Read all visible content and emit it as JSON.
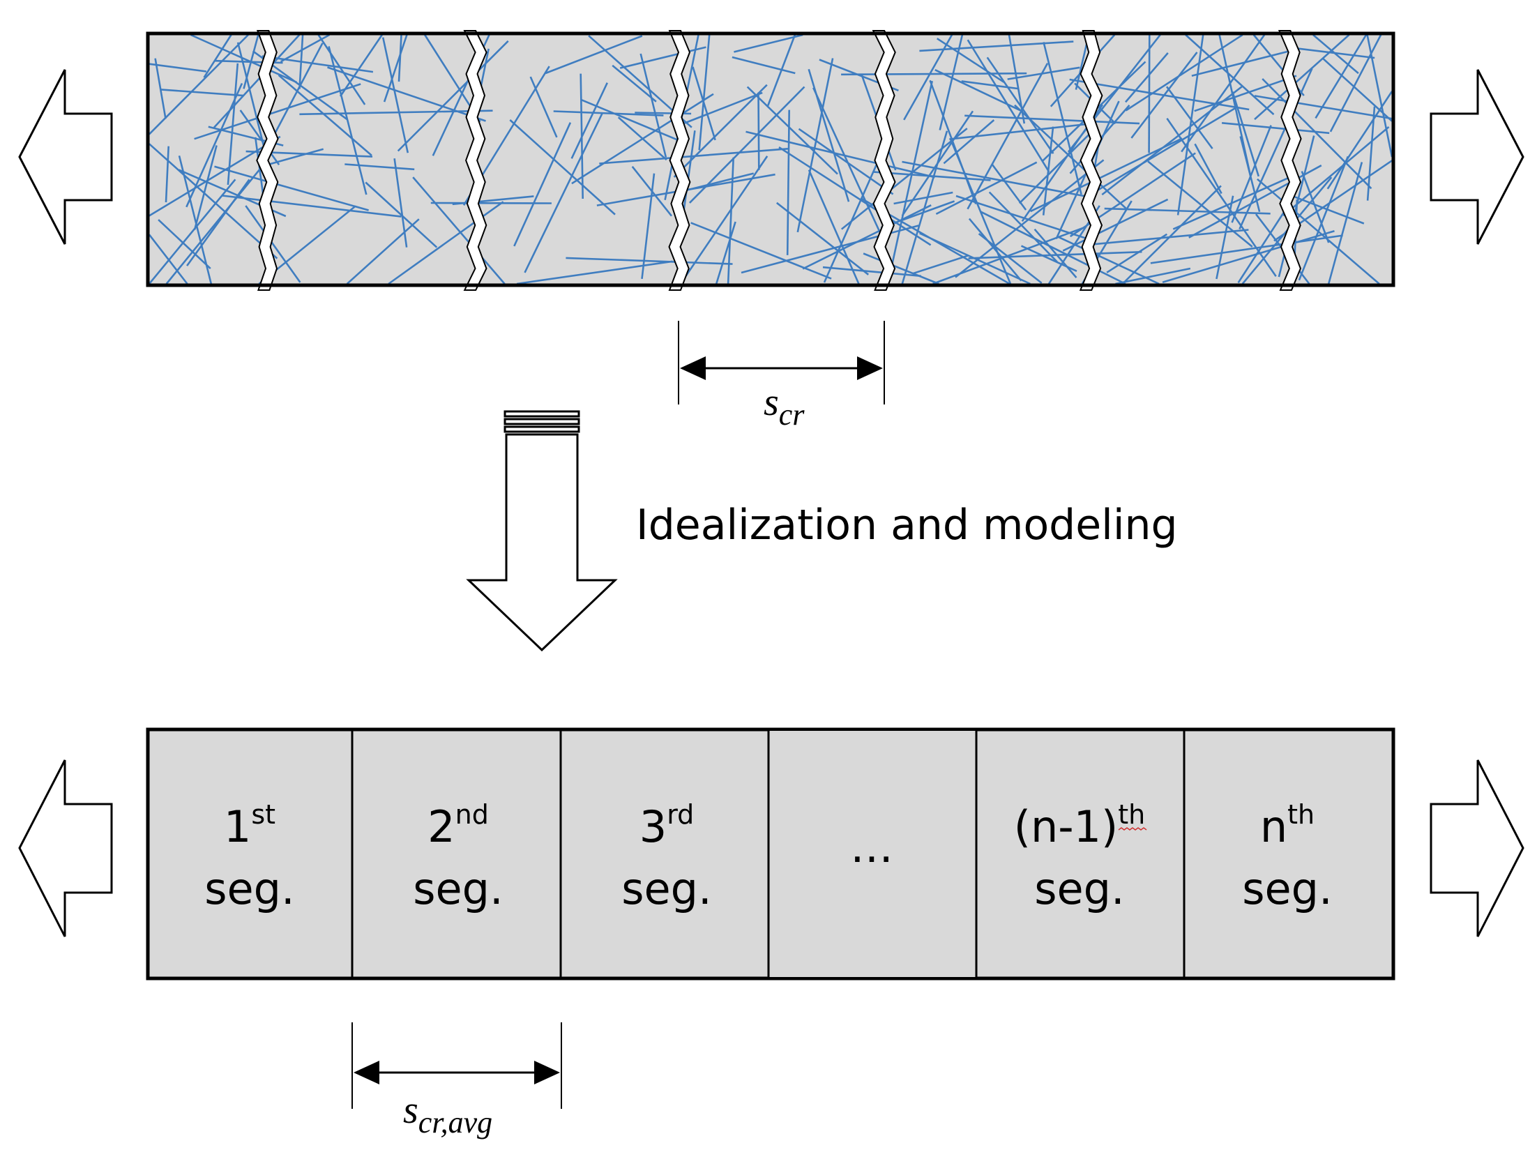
{
  "caption": "Idealization and modeling",
  "crack_spacing_label": {
    "main": "s",
    "sub": "cr"
  },
  "avg_spacing_label": {
    "main": "s",
    "sub": "cr,avg"
  },
  "segments": [
    {
      "main": "1",
      "sup": "st",
      "line2": "seg."
    },
    {
      "main": "2",
      "sup": "nd",
      "line2": "seg."
    },
    {
      "main": "3",
      "sup": "rd",
      "line2": "seg."
    },
    {
      "main": "…",
      "sup": "",
      "line2": ""
    },
    {
      "main": "(n-1)",
      "sup": "th",
      "line2": "seg."
    },
    {
      "main": "n",
      "sup": "th",
      "line2": "seg."
    }
  ],
  "colors": {
    "specimen_fill": "#d9d9d9",
    "fiber": "#3f7dc0",
    "outline": "#000000"
  },
  "icons": {
    "left_arrow": "hollow-left-arrow",
    "right_arrow": "hollow-right-arrow",
    "down_arrow": "hollow-down-arrow"
  }
}
